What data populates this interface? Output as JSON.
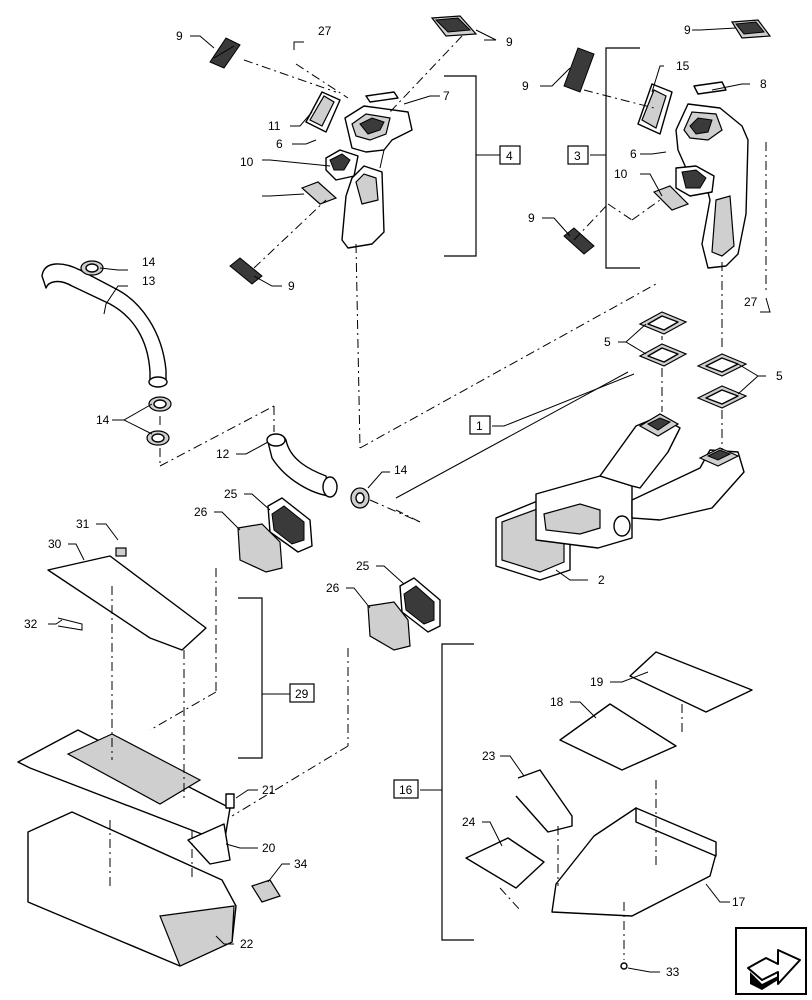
{
  "callouts": {
    "c1": "1",
    "c2": "2",
    "c3": "3",
    "c4": "4",
    "c5a": "5",
    "c5b": "5",
    "c6a": "6",
    "c6b": "6",
    "c7": "7",
    "c8": "8",
    "c9a": "9",
    "c9b": "9",
    "c9c": "9",
    "c9d": "9",
    "c9e": "9",
    "c9f": "9",
    "c10a": "10",
    "c10b": "10",
    "c11": "11",
    "c12": "12",
    "c13": "13",
    "c14a": "14",
    "c14b": "14",
    "c14c": "14",
    "c15": "15",
    "c16": "16",
    "c17": "17",
    "c18": "18",
    "c19": "19",
    "c20": "20",
    "c21": "21",
    "c22": "22",
    "c23": "23",
    "c24": "24",
    "c25a": "25",
    "c25b": "25",
    "c26a": "26",
    "c26b": "26",
    "c27a": "27",
    "c27b": "27",
    "c29": "29",
    "c30": "30",
    "c31": "31",
    "c32": "32",
    "c33": "33",
    "c34": "34"
  },
  "nav": {
    "icon": "next-page-arrow-icon"
  }
}
